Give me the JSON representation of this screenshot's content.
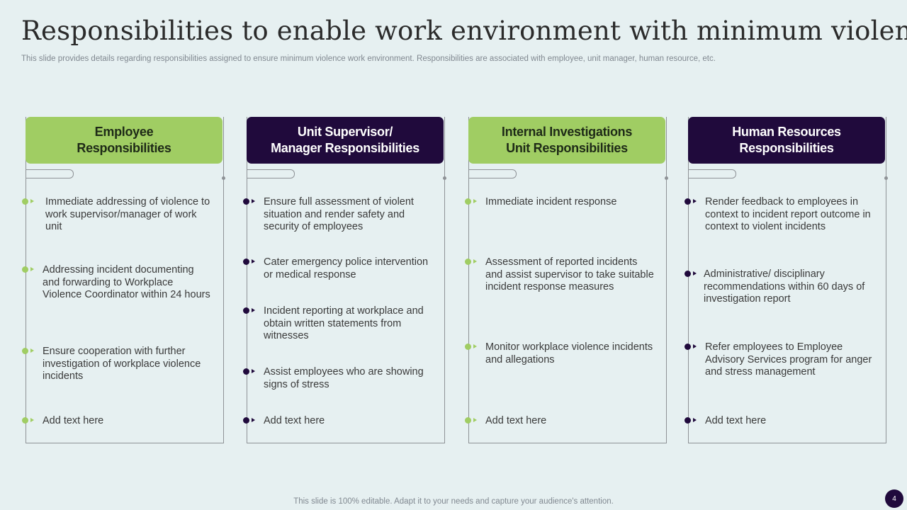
{
  "title": "Responsibilities to enable work environment with minimum violence",
  "subtitle": "This slide provides details regarding responsibilities assigned  to ensure minimum violence work environment. Responsibilities are associated with employee, unit manager, human resource, etc.",
  "colors": {
    "green": "#a0cd63",
    "dark": "#200a3c",
    "background": "#e6f0f1"
  },
  "columns": [
    {
      "header_line1": "Employee",
      "header_line2": "Responsibilities",
      "theme": "green",
      "items": [
        "Immediate addressing of violence to work supervisor/manager of work unit",
        "Addressing incident documenting and forwarding to Workplace Violence Coordinator within 24 hours",
        "Ensure cooperation with further investigation  of workplace violence incidents",
        "Add text here"
      ]
    },
    {
      "header_line1": "Unit Supervisor/",
      "header_line2": "Manager Responsibilities",
      "theme": "dark",
      "items": [
        "Ensure full assessment of violent situation and render safety and security of employees",
        "Cater emergency police intervention  or medical response",
        "Incident reporting at workplace and obtain written statements from witnesses",
        "Assist employees who are showing signs of stress",
        "Add text here"
      ]
    },
    {
      "header_line1": "Internal Investigations",
      "header_line2": "Unit Responsibilities",
      "theme": "green",
      "items": [
        "Immediate incident response",
        "Assessment of reported incidents and assist supervisor to take suitable incident response measures",
        "Monitor  workplace violence incidents and allegations",
        "Add text here"
      ]
    },
    {
      "header_line1": "Human Resources",
      "header_line2": "Responsibilities",
      "theme": "dark",
      "items": [
        "Render feedback to employees in context to incident report outcome in context to violent incidents",
        "Administrative/ disciplinary recommendations within 60 days of investigation report",
        "Refer employees to Employee Advisory Services program for anger and stress management",
        "Add text here"
      ]
    }
  ],
  "footer": "This slide is 100% editable. Adapt it to your needs and capture your audience's attention.",
  "page_number": "4"
}
